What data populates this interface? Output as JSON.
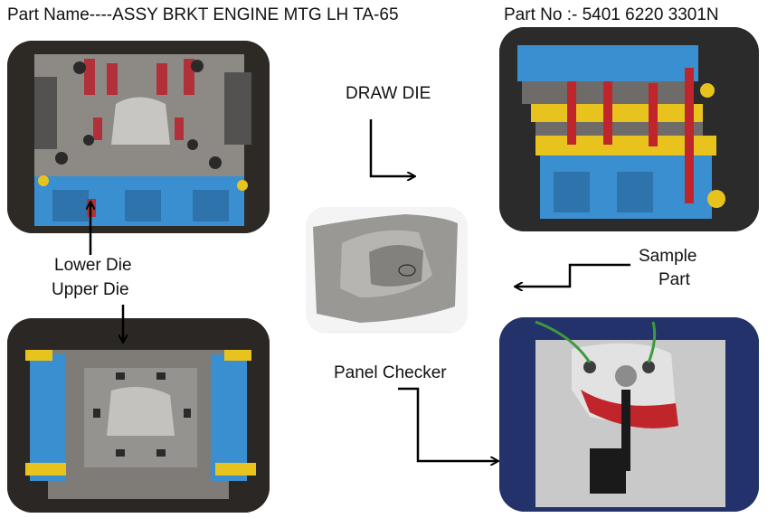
{
  "header": {
    "part_name": "Part Name----ASSY BRKT ENGINE MTG LH TA-65",
    "part_no": "Part No :- 5401 6220  3301N"
  },
  "labels": {
    "draw_die": "DRAW DIE",
    "lower_die": "Lower Die",
    "upper_die": "Upper Die",
    "sample_line1": "Sample",
    "sample_line2": "Part",
    "panel_checker": "Panel Checker"
  },
  "colors": {
    "die_blue": "#3a8fd0",
    "die_yellow": "#e8c31e",
    "die_red": "#c0252b",
    "checker_plate": "#c9c9c9",
    "checker_bg": "#23326b"
  }
}
